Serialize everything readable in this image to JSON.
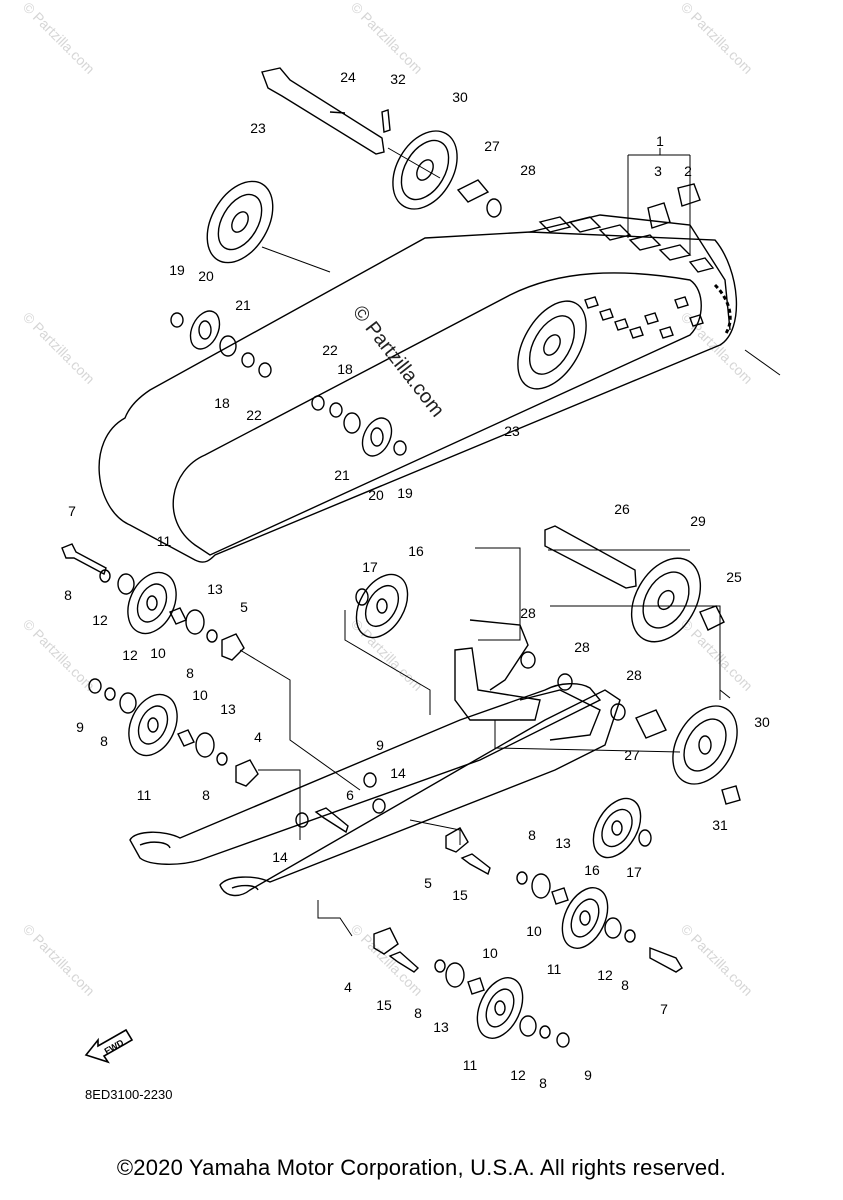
{
  "watermark_text": "© Partzilla.com",
  "center_watermark": "© Partzilla.com",
  "diagram_code": "8ED3100-2230",
  "fwd_label": "FWD",
  "copyright": "©2020 Yamaha Motor Corporation, U.S.A. All rights reserved.",
  "callouts": [
    {
      "id": "1",
      "text": "1"
    },
    {
      "id": "2",
      "text": "2"
    },
    {
      "id": "3",
      "text": "3"
    },
    {
      "id": "4",
      "text": "4"
    },
    {
      "id": "5",
      "text": "5"
    },
    {
      "id": "6",
      "text": "6"
    },
    {
      "id": "7",
      "text": "7"
    },
    {
      "id": "8",
      "text": "8"
    },
    {
      "id": "9",
      "text": "9"
    },
    {
      "id": "10",
      "text": "10"
    },
    {
      "id": "11",
      "text": "11"
    },
    {
      "id": "12",
      "text": "12"
    },
    {
      "id": "13",
      "text": "13"
    },
    {
      "id": "14",
      "text": "14"
    },
    {
      "id": "15",
      "text": "15"
    },
    {
      "id": "16",
      "text": "16"
    },
    {
      "id": "17",
      "text": "17"
    },
    {
      "id": "18",
      "text": "18"
    },
    {
      "id": "19",
      "text": "19"
    },
    {
      "id": "20",
      "text": "20"
    },
    {
      "id": "21",
      "text": "21"
    },
    {
      "id": "22",
      "text": "22"
    },
    {
      "id": "23",
      "text": "23"
    },
    {
      "id": "24",
      "text": "24"
    },
    {
      "id": "25",
      "text": "25"
    },
    {
      "id": "26",
      "text": "26"
    },
    {
      "id": "27",
      "text": "27"
    },
    {
      "id": "28",
      "text": "28"
    },
    {
      "id": "29",
      "text": "29"
    },
    {
      "id": "30",
      "text": "30"
    },
    {
      "id": "31",
      "text": "31"
    },
    {
      "id": "32",
      "text": "32"
    }
  ]
}
